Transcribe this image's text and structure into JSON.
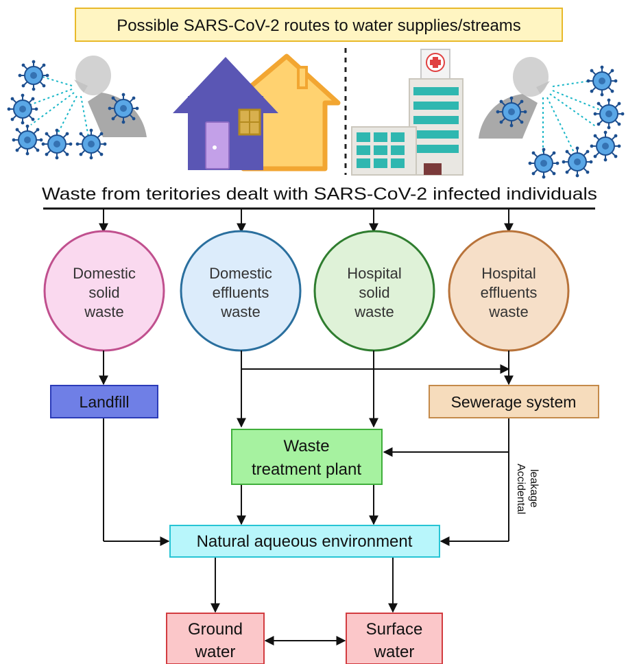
{
  "title": "Possible SARS-CoV-2 routes to water supplies/streams",
  "source_line": "Waste from teritories dealt with SARS-CoV-2 infected individuals",
  "circles": [
    {
      "lines": [
        "Domestic",
        "solid",
        "waste"
      ],
      "fill": "#fad9ef",
      "stroke": "#c0508e"
    },
    {
      "lines": [
        "Domestic",
        "effluents",
        "waste"
      ],
      "fill": "#dcecfb",
      "stroke": "#2a6f9e"
    },
    {
      "lines": [
        "Hospital",
        "solid",
        "waste"
      ],
      "fill": "#dff2d8",
      "stroke": "#2f7d2f"
    },
    {
      "lines": [
        "Hospital",
        "effluents",
        "waste"
      ],
      "fill": "#f6dfc8",
      "stroke": "#b8733a"
    }
  ],
  "boxes": {
    "landfill": {
      "label": "Landfill",
      "fill": "#6f7fe6",
      "stroke": "#2b3bb8"
    },
    "sewerage": {
      "label": "Sewerage system",
      "fill": "#f6dcbc",
      "stroke": "#c48a4a"
    },
    "treatment": {
      "lines": [
        "Waste",
        "treatment plant"
      ],
      "fill": "#a6f2a0",
      "stroke": "#3fae3a"
    },
    "natural": {
      "label": "Natural aqueous environment",
      "fill": "#b8f6fb",
      "stroke": "#27c4d4"
    },
    "ground": {
      "lines": [
        "Ground",
        "water"
      ],
      "fill": "#fbc7c9",
      "stroke": "#d23b3f"
    },
    "surface": {
      "lines": [
        "Surface",
        "water"
      ],
      "fill": "#fbc7c9",
      "stroke": "#d23b3f"
    }
  },
  "leakage": [
    "Accidental",
    "leakage"
  ],
  "colors": {
    "title_fill": "#fff5c2",
    "title_stroke": "#e8b92a",
    "line": "#111111"
  }
}
